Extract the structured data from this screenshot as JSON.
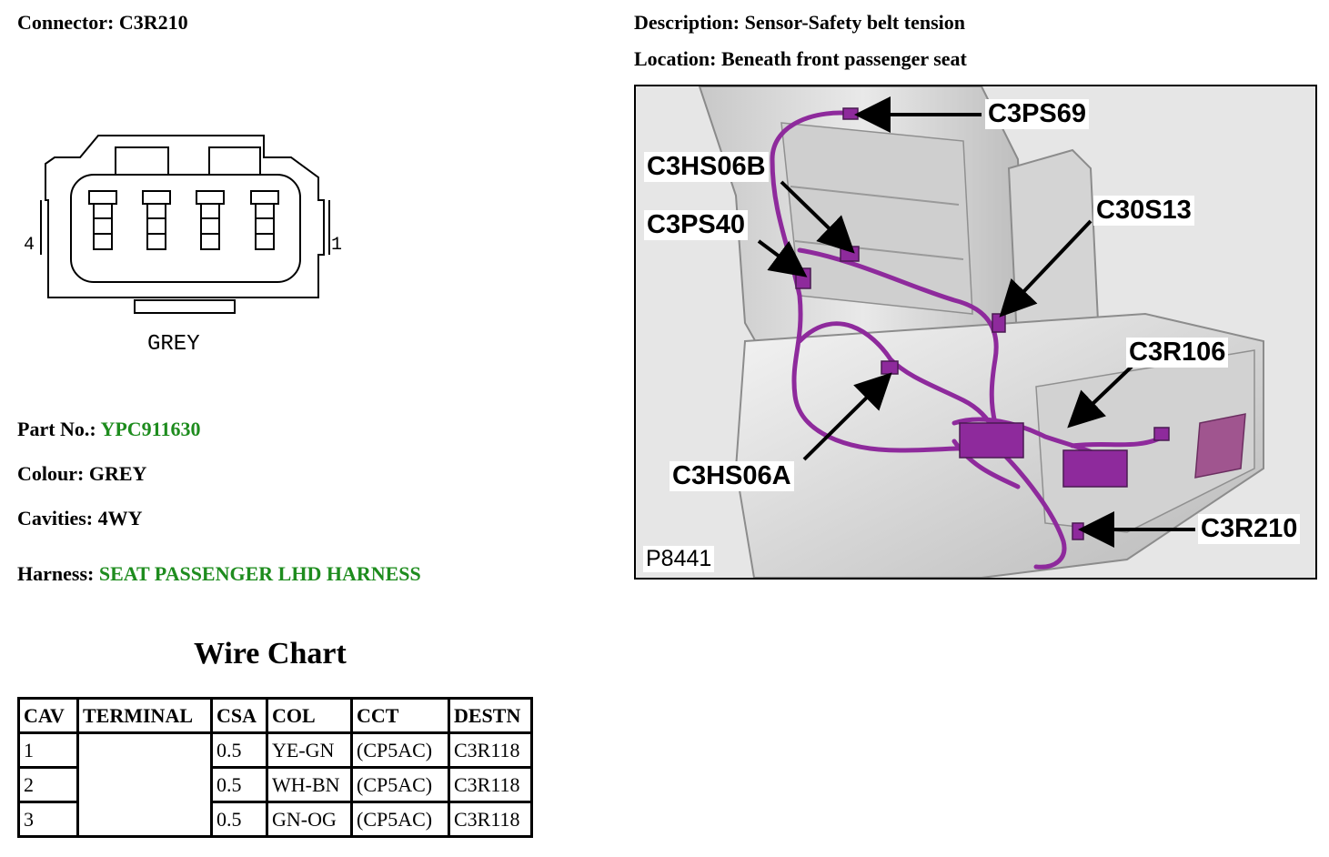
{
  "connector": {
    "label": "Connector:",
    "value": "C3R210"
  },
  "description": {
    "label": "Description:",
    "value": "Sensor-Safety belt tension"
  },
  "location": {
    "label": "Location:",
    "value": "Beneath front passenger seat"
  },
  "diagram": {
    "pin_left": "4",
    "pin_right": "1",
    "colour_text": "GREY"
  },
  "part_no": {
    "label": "Part No.:",
    "value": "YPC911630"
  },
  "colour": {
    "label": "Colour:",
    "value": "GREY"
  },
  "cavities": {
    "label": "Cavities:",
    "value": "4WY"
  },
  "harness": {
    "label": "Harness:",
    "value": "SEAT PASSENGER LHD HARNESS"
  },
  "link_color": "#1e8c1e",
  "harness_color": "#8e2a9c",
  "wire_chart": {
    "title": "Wire Chart",
    "headers": [
      "CAV",
      "TERMINAL",
      "CSA",
      "COL",
      "CCT",
      "DESTN"
    ],
    "rows": [
      [
        "1",
        "",
        "0.5",
        "YE-GN",
        "(CP5AC)",
        "C3R118"
      ],
      [
        "2",
        "",
        "0.5",
        "WH-BN",
        "(CP5AC)",
        "C3R118"
      ],
      [
        "3",
        "",
        "0.5",
        "GN-OG",
        "(CP5AC)",
        "C3R118"
      ]
    ]
  },
  "photo": {
    "figure_id": "P8441",
    "callouts": [
      "C3PS69",
      "C3HS06B",
      "C30S13",
      "C3PS40",
      "C3R106",
      "C3HS06A",
      "C3R210"
    ]
  }
}
